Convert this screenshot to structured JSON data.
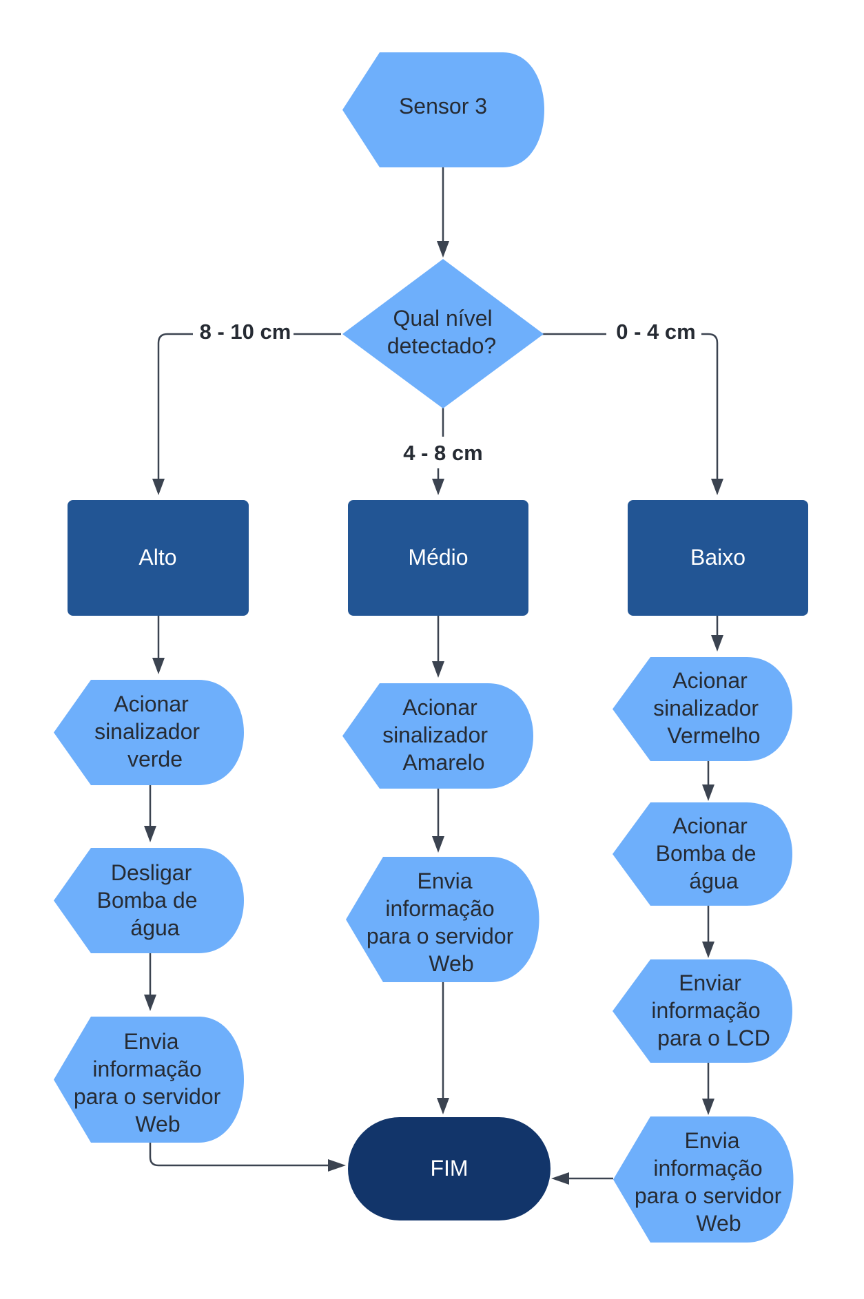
{
  "colors": {
    "display_fill": "#6eaffb",
    "process_fill": "#225594",
    "terminal_fill": "#12356a",
    "connector": "#3b4350",
    "text_dark": "#262b33",
    "text_light": "#ffffff"
  },
  "nodes": {
    "sensor": {
      "lines": [
        "Sensor 3"
      ]
    },
    "decision": {
      "lines": [
        "Qual nível",
        "detectado?"
      ]
    },
    "alto": {
      "lines": [
        "Alto"
      ]
    },
    "medio": {
      "lines": [
        "Médio"
      ]
    },
    "baixo": {
      "lines": [
        "Baixo"
      ]
    },
    "verde": {
      "lines": [
        "Acionar",
        "sinalizador",
        "verde"
      ]
    },
    "amarelo": {
      "lines": [
        "Acionar",
        "sinalizador",
        "Amarelo"
      ]
    },
    "vermelho": {
      "lines": [
        "Acionar",
        "sinalizador",
        "Vermelho"
      ]
    },
    "desligar": {
      "lines": [
        "Desligar",
        "Bomba de",
        "água"
      ]
    },
    "acionar_bomba": {
      "lines": [
        "Acionar",
        "Bomba de",
        "água"
      ]
    },
    "envia_left": {
      "lines": [
        "Envia",
        "informação",
        "para o servidor",
        "Web"
      ]
    },
    "envia_mid": {
      "lines": [
        "Envia",
        "informação",
        "para o servidor",
        "Web"
      ]
    },
    "lcd": {
      "lines": [
        "Enviar",
        "informação",
        "para o LCD"
      ]
    },
    "envia_right": {
      "lines": [
        "Envia",
        "informação",
        "para o servidor",
        "Web"
      ]
    },
    "fim": {
      "lines": [
        "FIM"
      ]
    }
  },
  "edge_labels": {
    "left": "8 - 10 cm",
    "right": "0 - 4 cm",
    "mid": "4 - 8 cm"
  }
}
